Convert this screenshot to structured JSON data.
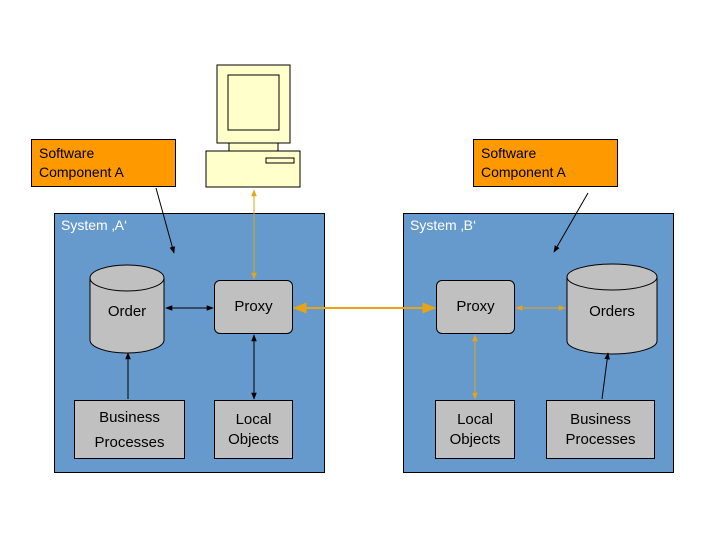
{
  "callouts": {
    "left": "Software\nComponent A",
    "right": "Software\nComponent A"
  },
  "systems": {
    "a": {
      "label": "System ‚A‘",
      "db": "Order",
      "proxy": "Proxy",
      "business": "Business\nProcesses",
      "local": "Local\nObjects"
    },
    "b": {
      "label": "System ‚B‘",
      "db": "Orders",
      "proxy": "Proxy",
      "business": "Business\nProcesses",
      "local": "Local\nObjects"
    }
  },
  "colors": {
    "callout": "#ff9900",
    "system_bg": "#6699cc",
    "box": "#c0c0c0",
    "computer": "#ffffcc",
    "link_orange": "#e8a317",
    "link_black": "#000000"
  },
  "icons": {
    "computer": "desktop-computer-icon",
    "database": "database-cylinder-icon"
  }
}
